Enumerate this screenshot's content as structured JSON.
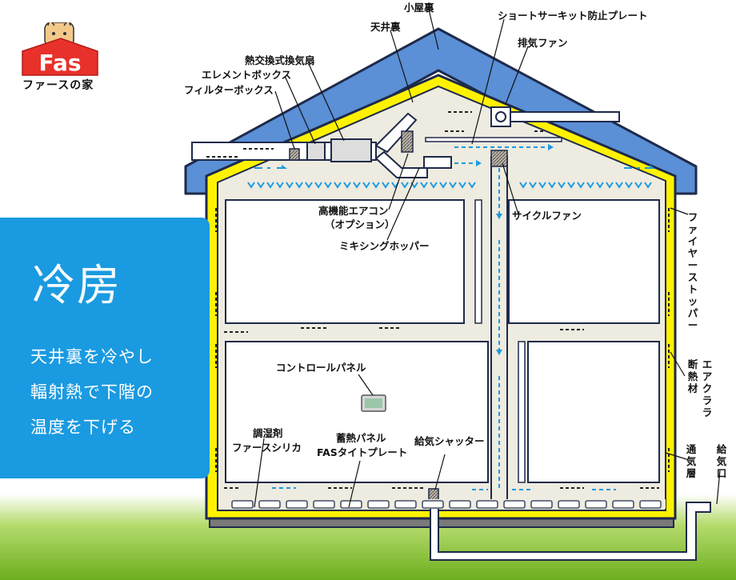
{
  "brand": {
    "logo_text": "Fas",
    "tagline": "ファースの家"
  },
  "panel": {
    "title": "冷房",
    "lines": [
      "天井裏を冷やし",
      "輻射熱で下階の",
      "温度を下げる"
    ]
  },
  "labels": {
    "attic": "小屋裏",
    "short_circuit_plate": "ショートサーキット防止プレート",
    "ceiling_space": "天井裏",
    "exhaust_fan": "排気ファン",
    "heat_exchange_fan": "熱交換式換気扇",
    "element_box": "エレメントボックス",
    "filter_box": "フィルターボックス",
    "hi_perf_ac": "高機能エアコン",
    "optional": "（オプション）",
    "cycle_fan": "サイクルファン",
    "mixing_hopper": "ミキシングホッパー",
    "fire_stopper": "ファイヤーストッパー",
    "insulation": "断熱材",
    "air_clara": "エアクララ",
    "control_panel": "コントロールパネル",
    "humidity_agent": "調湿剤",
    "fas_silica": "ファースシリカ",
    "heat_storage_panel": "蓄熱パネル",
    "fas_tight_plate": "FASタイトプレート",
    "supply_shutter": "給気シャッター",
    "ventilation_layer": "通気層",
    "air_inlet": "給気口"
  },
  "colors": {
    "roof": "#5b8fd6",
    "insulation": "#fff200",
    "interior": "#eeebe0",
    "outline": "#1e2a4a",
    "ground": "#7ab828",
    "panel": "#1a9ae0",
    "cool_air": "#1a9ae0",
    "logo_red": "#e8312a"
  }
}
